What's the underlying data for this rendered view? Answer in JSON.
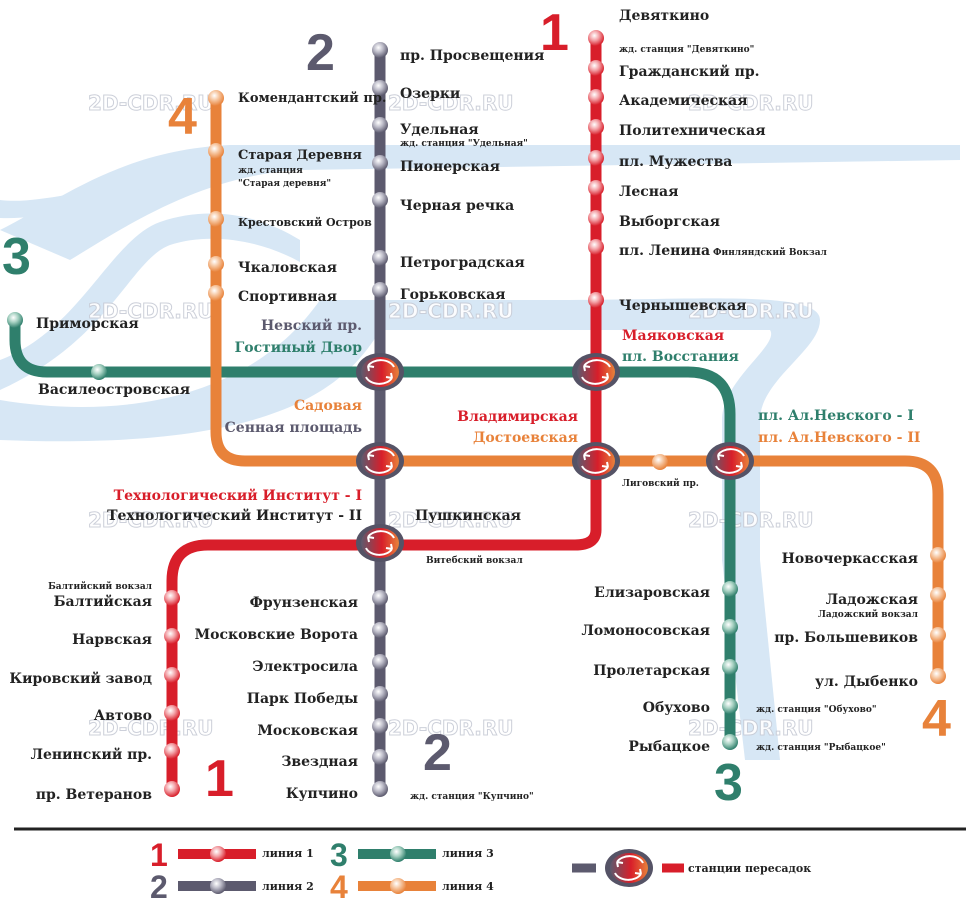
{
  "colors": {
    "line1": "#d81e2a",
    "line2": "#5c5a6e",
    "line3": "#2f7f6c",
    "line4": "#e8823a",
    "river": "#d7e7f5",
    "text": "#222222"
  },
  "watermark": "2D-CDR.RU",
  "line_numbers": {
    "one": "1",
    "two": "2",
    "three": "3",
    "four": "4"
  },
  "line1": {
    "devyatkino": "Девяткино",
    "devyatkino_note": "жд. станция \"Девяткино\"",
    "grazhdansky": "Гражданский пр.",
    "akademicheskaya": "Академическая",
    "politekh": "Политехническая",
    "muzhestva": "пл. Мужества",
    "lesnaya": "Лесная",
    "vyborgskaya": "Выборгская",
    "lenina": "пл. Ленина",
    "lenina_note": "Финляндский Вокзал",
    "chernyshevskaya": "Чернышевская",
    "vladimirskaya": "Владимирская",
    "baltiyskaya_note": "Балтийский вокзал",
    "baltiyskaya": "Балтийская",
    "narvskaya": "Нарвская",
    "kirovsky": "Кировский завод",
    "avtovo": "Автово",
    "leninsky": "Ленинский пр.",
    "veteranov": "пр. Ветеранов"
  },
  "line2": {
    "prosvescheniya": "пр. Просвещения",
    "ozerki": "Озерки",
    "udelnaya": "Удельная",
    "udelnaya_note": "жд. станция \"Удельная\"",
    "pionerskaya": "Пионерская",
    "chernaya": "Черная речка",
    "petrogradskaya": "Петроградская",
    "gorkovskaya": "Горьковская",
    "nevsky": "Невский пр.",
    "sennaya": "Сенная площадь",
    "frunzenskaya": "Фрунзенская",
    "mosk_vorota": "Московские Ворота",
    "elektrosila": "Электросила",
    "park_pobedy": "Парк Победы",
    "moskovskaya": "Московская",
    "zvezdnaya": "Звездная",
    "kupchino": "Купчино",
    "kupchino_note": "жд. станция \"Купчино\""
  },
  "line3": {
    "primorskaya": "Приморская",
    "vasileostrovskaya": "Василеостровская",
    "gostiny": "Гостиный Двор",
    "vosstaniya": "пл. Восстания",
    "nevskogo1": "пл. Ал.Невского - I",
    "elizarovskaya": "Елизаровская",
    "lomonosovskaya": "Ломоносовская",
    "proletarskaya": "Пролетарская",
    "obukhovo": "Обухово",
    "obukhovo_note": "жд. станция \"Обухово\"",
    "rybatskoe": "Рыбацкое",
    "rybatskoe_note": "жд. станция \"Рыбацкое\""
  },
  "line4": {
    "komendantsky": "Комендантский пр.",
    "staraya": "Старая Деревня",
    "staraya_note1": "жд. станция",
    "staraya_note2": "\"Старая деревня\"",
    "krestovsky": "Крестовский Остров",
    "chkalovskaya": "Чкаловская",
    "sportivnaya": "Спортивная",
    "sadovaya": "Садовая",
    "dostoevskaya": "Достоевская",
    "ligovsky": "Лиговский пр.",
    "nevskogo2": "пл. Ал.Невского - II",
    "novocherkasskaya": "Новочеркасская",
    "ladozhskaya": "Ладожская",
    "ladozhskaya_note": "Ладожский вокзал",
    "bolshevikov": "пр. Большевиков",
    "dybenko": "ул. Дыбенко"
  },
  "transfers": {
    "mayakovskaya": "Маяковская",
    "tekhnolog1": "Технологический Институт - I",
    "tekhnolog2": "Технологический Институт - II",
    "pushkinskaya": "Пушкинская",
    "vitebsky": "Витебский вокзал"
  },
  "legend": {
    "line1": "линия 1",
    "line2": "линия 2",
    "line3": "линия 3",
    "line4": "линия 4",
    "transfer": "станции пересадок"
  }
}
